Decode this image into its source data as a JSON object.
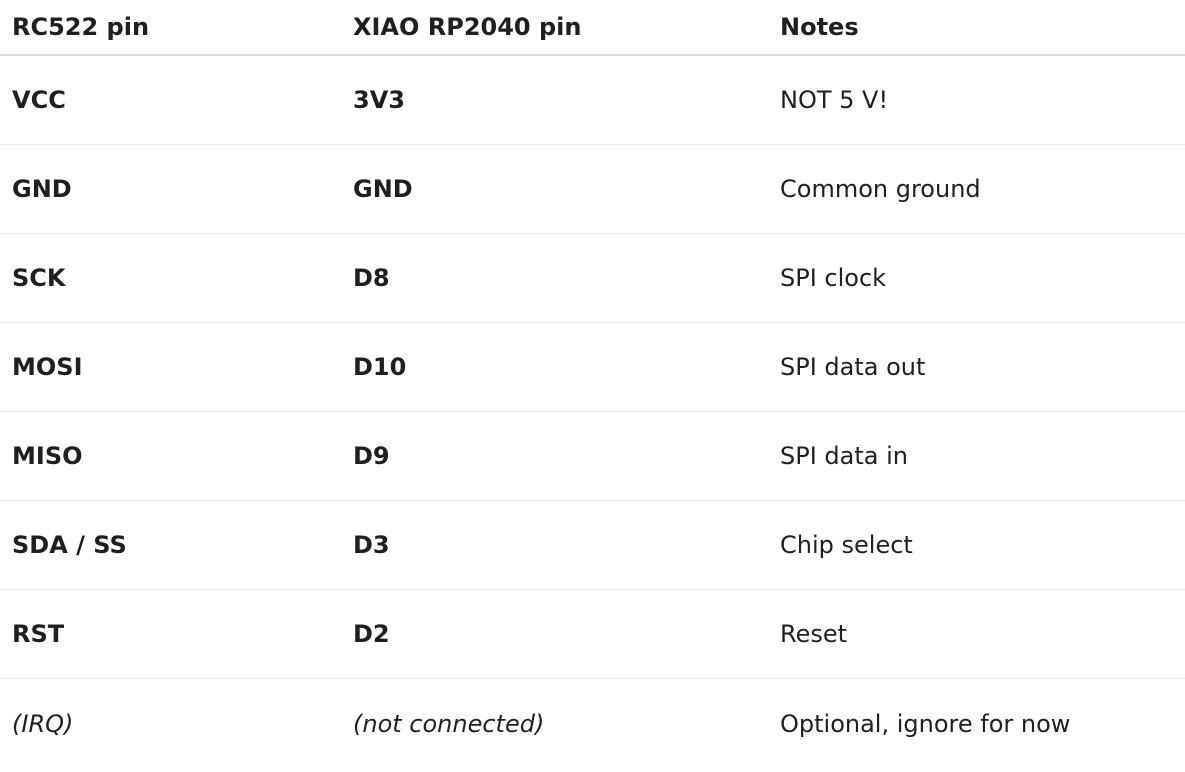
{
  "table": {
    "headers": [
      "RC522 pin",
      "XIAO RP2040 pin",
      "Notes"
    ],
    "rows": [
      [
        "VCC",
        "3V3",
        "NOT 5 V!"
      ],
      [
        "GND",
        "GND",
        "Common ground"
      ],
      [
        "SCK",
        "D8",
        "SPI clock"
      ],
      [
        "MOSI",
        "D10",
        "SPI data out"
      ],
      [
        "MISO",
        "D9",
        "SPI data in"
      ],
      [
        "SDA / SS",
        "D3",
        "Chip select"
      ],
      [
        "RST",
        "D2",
        "Reset"
      ],
      [
        "(IRQ)",
        "(not connected)",
        "Optional, ignore for now"
      ]
    ]
  }
}
